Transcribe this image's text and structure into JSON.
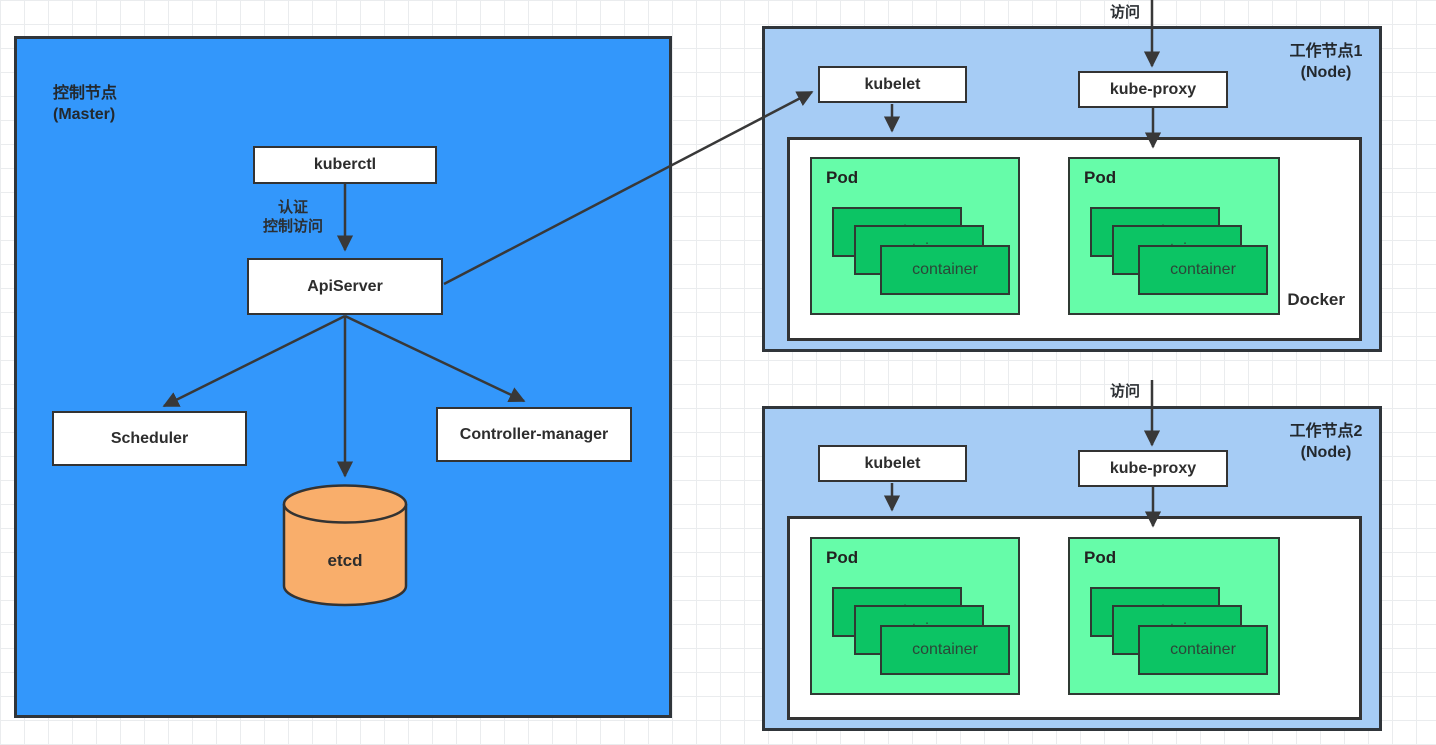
{
  "colors": {
    "master_fill": "#3397FB",
    "node_fill": "#A6CCF5",
    "pod_fill": "#66FCA9",
    "container_fill": "#0CC464",
    "etcd_fill": "#F9AE6B",
    "white_box_fill": "#FFFFFF",
    "stroke": "#333333",
    "grid_line": "#EAECEE"
  },
  "master": {
    "title": "控制节点",
    "subtitle": "(Master)",
    "auth_label": [
      "认证",
      "控制访问"
    ],
    "boxes": {
      "kuberctl": "kuberctl",
      "apiserver": "ApiServer",
      "scheduler": "Scheduler",
      "controller_manager": "Controller-manager",
      "etcd": "etcd"
    }
  },
  "nodes": [
    {
      "title": "工作节点1",
      "subtitle": "(Node)",
      "access_label": "访问",
      "kubelet": "kubelet",
      "kube_proxy": "kube-proxy",
      "runtime_label": "Docker",
      "pods": [
        {
          "label": "Pod",
          "containers": [
            "container",
            "container",
            "container"
          ]
        },
        {
          "label": "Pod",
          "containers": [
            "container",
            "container",
            "container"
          ]
        }
      ]
    },
    {
      "title": "工作节点2",
      "subtitle": "(Node)",
      "access_label": "访问",
      "kubelet": "kubelet",
      "kube_proxy": "kube-proxy",
      "runtime_label": "",
      "pods": [
        {
          "label": "Pod",
          "containers": [
            "container",
            "container",
            "container"
          ]
        },
        {
          "label": "Pod",
          "containers": [
            "container",
            "container",
            "container"
          ]
        }
      ]
    }
  ],
  "edges": [
    {
      "from": "kuberctl",
      "to": "ApiServer",
      "label": "认证 控制访问"
    },
    {
      "from": "ApiServer",
      "to": "Scheduler",
      "label": ""
    },
    {
      "from": "ApiServer",
      "to": "etcd",
      "label": ""
    },
    {
      "from": "ApiServer",
      "to": "Controller-manager",
      "label": ""
    },
    {
      "from": "ApiServer",
      "to": "工作节点1/kubelet",
      "label": ""
    },
    {
      "from": "外部",
      "to": "工作节点1/kube-proxy",
      "label": "访问"
    },
    {
      "from": "工作节点1/kubelet",
      "to": "工作节点1/Docker",
      "label": ""
    },
    {
      "from": "工作节点1/kube-proxy",
      "to": "工作节点1/Pod",
      "label": ""
    },
    {
      "from": "外部",
      "to": "工作节点2/kube-proxy",
      "label": "访问"
    },
    {
      "from": "工作节点2/kubelet",
      "to": "工作节点2/Docker",
      "label": ""
    },
    {
      "from": "工作节点2/kube-proxy",
      "to": "工作节点2/Pod",
      "label": ""
    }
  ]
}
